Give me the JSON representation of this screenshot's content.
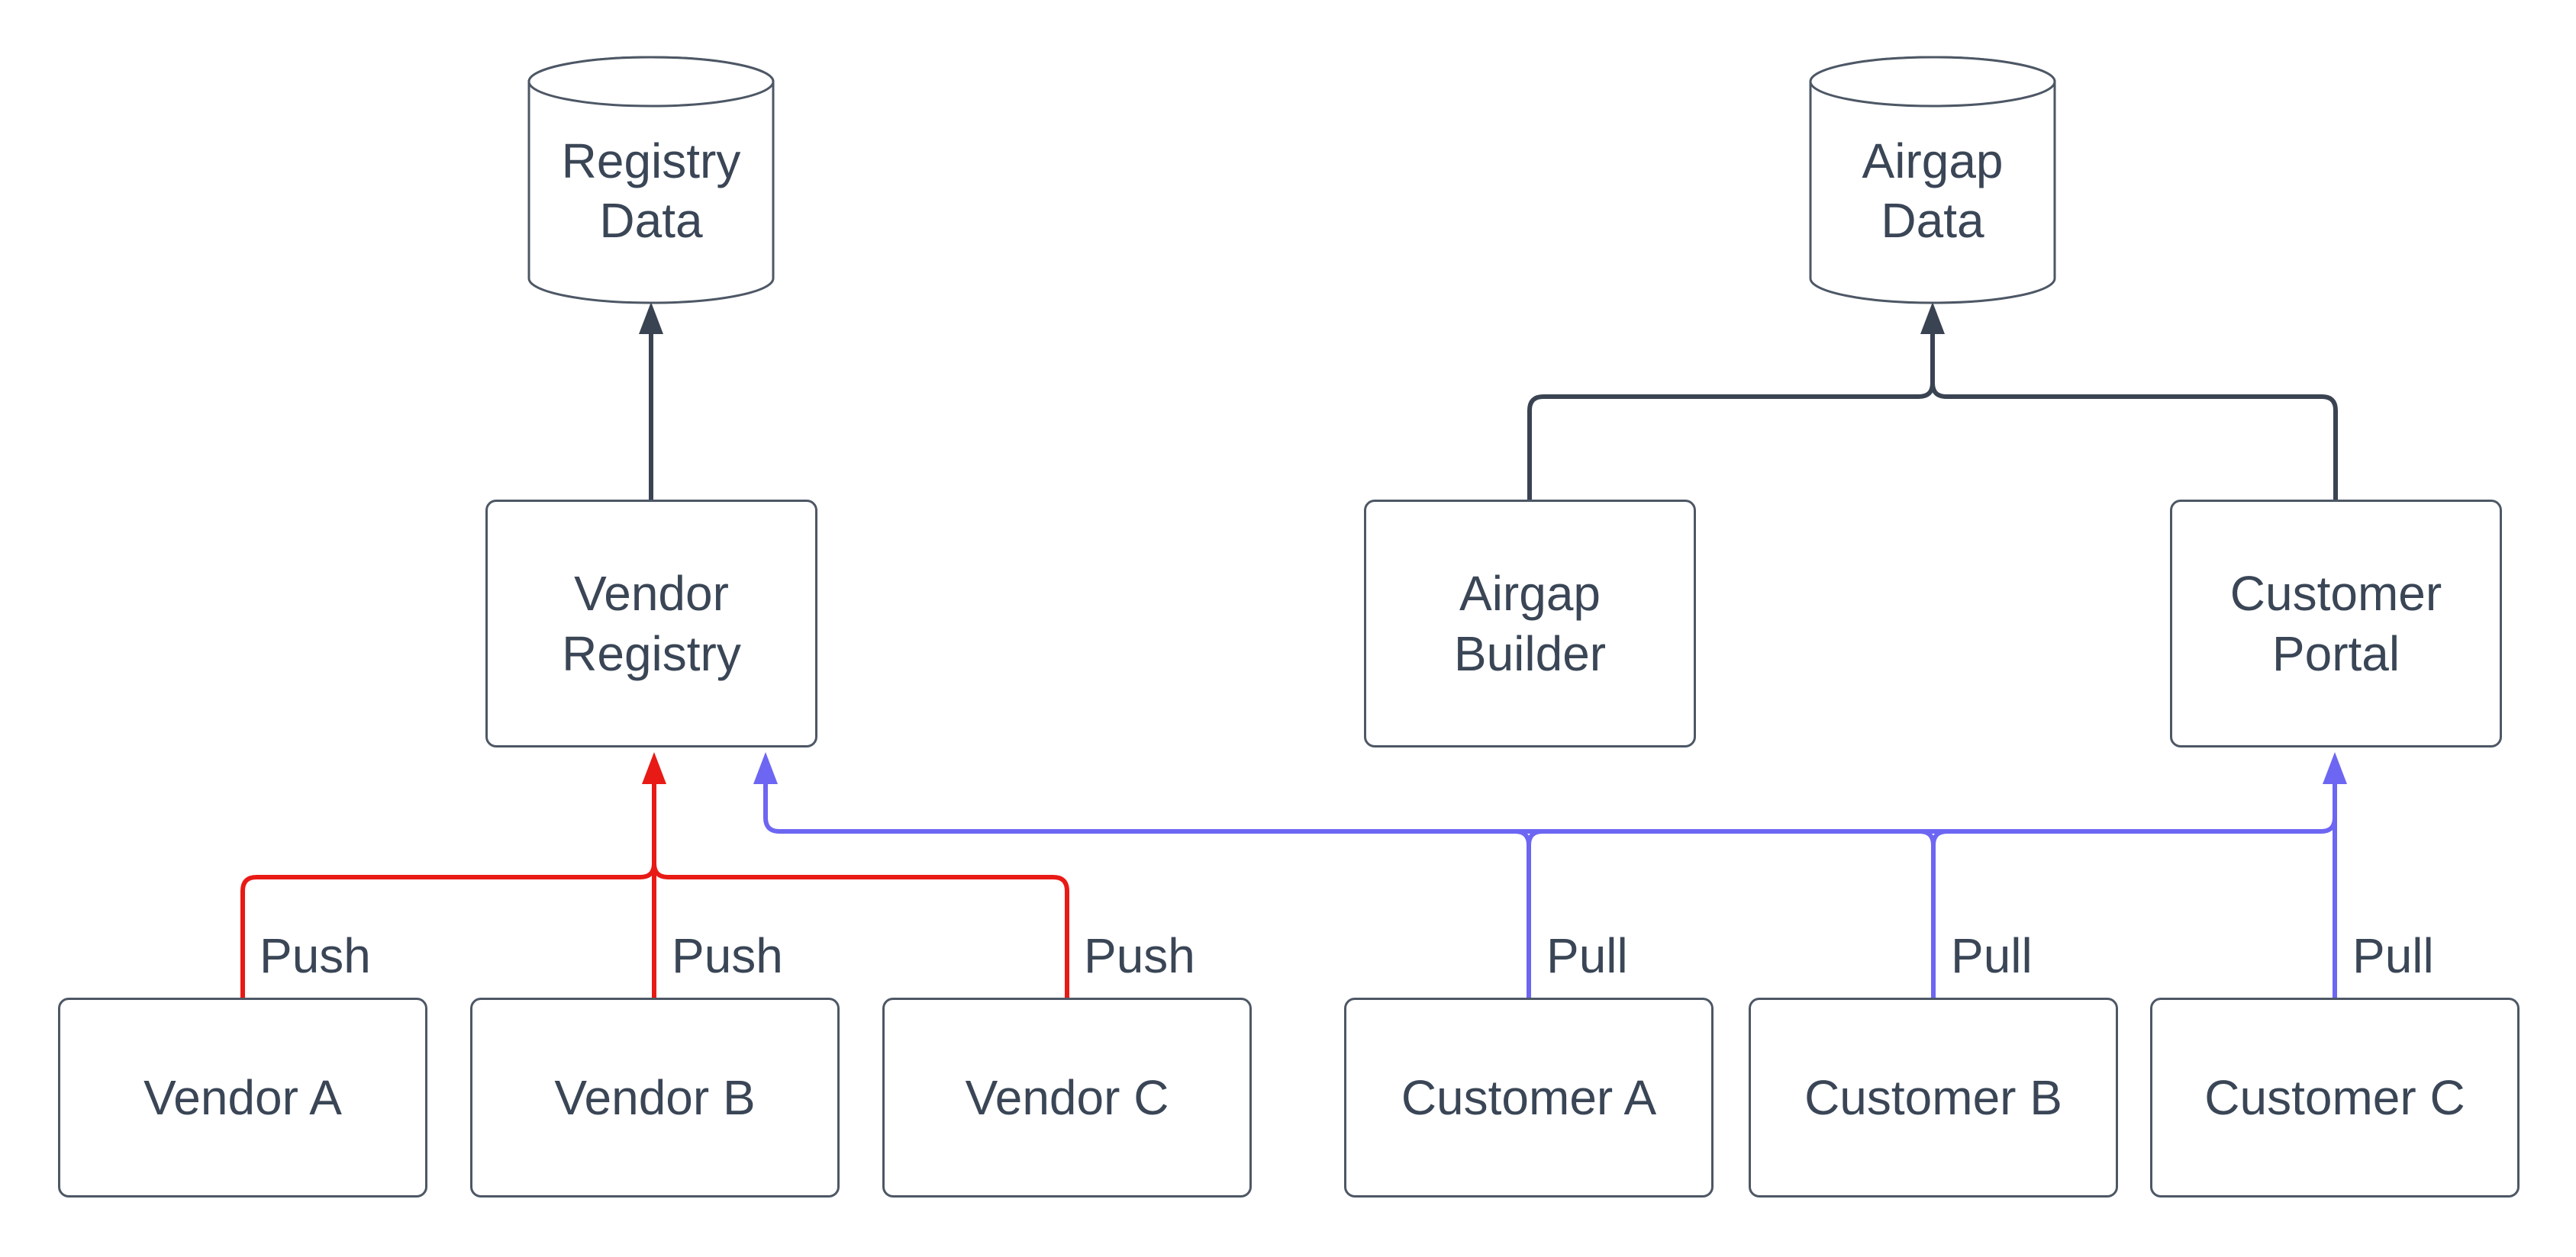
{
  "colors": {
    "background": "#ffffff",
    "dark": "#3a4352",
    "red": "#e81a16",
    "blue": "#6d66f2",
    "node_border": "#4d5765",
    "text": "#3a4656"
  },
  "nodes": {
    "registry_data": {
      "label": "Registry\nData",
      "shape": "cylinder"
    },
    "airgap_data": {
      "label": "Airgap\nData",
      "shape": "cylinder"
    },
    "vendor_registry": {
      "label": "Vendor\nRegistry",
      "shape": "box"
    },
    "airgap_builder": {
      "label": "Airgap\nBuilder",
      "shape": "box"
    },
    "customer_portal": {
      "label": "Customer\nPortal",
      "shape": "box"
    },
    "vendor_a": {
      "label": "Vendor A",
      "shape": "box"
    },
    "vendor_b": {
      "label": "Vendor B",
      "shape": "box"
    },
    "vendor_c": {
      "label": "Vendor C",
      "shape": "box"
    },
    "customer_a": {
      "label": "Customer A",
      "shape": "box"
    },
    "customer_b": {
      "label": "Customer B",
      "shape": "box"
    },
    "customer_c": {
      "label": "Customer C",
      "shape": "box"
    }
  },
  "edges": {
    "vendor_registry_to_registry_data": {
      "label": "",
      "color_key": "dark"
    },
    "airgap_builder_to_airgap_data": {
      "label": "",
      "color_key": "dark"
    },
    "customer_portal_to_airgap_data": {
      "label": "",
      "color_key": "dark"
    },
    "push_vendor_a": {
      "label": "Push",
      "color_key": "red"
    },
    "push_vendor_b": {
      "label": "Push",
      "color_key": "red"
    },
    "push_vendor_c": {
      "label": "Push",
      "color_key": "red"
    },
    "pull_customer_a": {
      "label": "Pull",
      "color_key": "blue"
    },
    "pull_customer_b": {
      "label": "Pull",
      "color_key": "blue"
    },
    "pull_customer_c": {
      "label": "Pull",
      "color_key": "blue"
    }
  }
}
